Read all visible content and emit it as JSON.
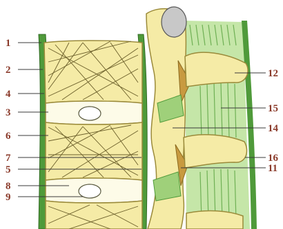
{
  "colors": {
    "ligament_green": "#4f9a3a",
    "ligament_light": "#9fd07a",
    "bone": "#f5eba6",
    "bone_dark": "#d8c66a",
    "disc": "#fdfbe8",
    "marrow": "#c89a40",
    "label": "#8a3a2a"
  },
  "labels_left": [
    "1",
    "2",
    "4",
    "3",
    "6",
    "7",
    "5",
    "8",
    "9"
  ],
  "labels_right": [
    "12",
    "15",
    "14",
    "16",
    "11"
  ]
}
